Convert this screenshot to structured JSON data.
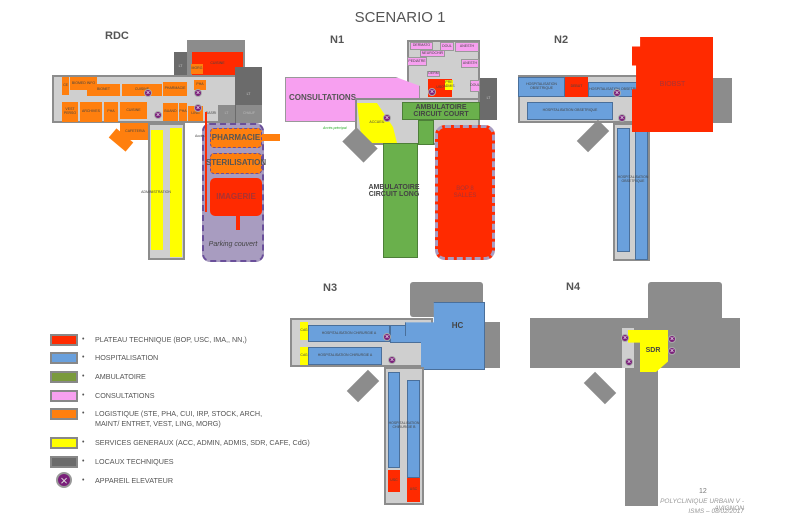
{
  "title": "SCENARIO 1",
  "levels": {
    "rdc": "RDC",
    "n1": "N1",
    "n2": "N2",
    "n3": "N3",
    "n4": "N4"
  },
  "rdc": {
    "cuisine_top": "CUISINE",
    "morg": "MORG",
    "ce": "CE",
    "biomed": "BIOMED INFO",
    "bionet": "BIONET",
    "cuisine1": "CUISINE",
    "pharmacie_small": "PHARMACIE",
    "pha_top": "PHA",
    "lt1": "LT",
    "lt2": "LT",
    "lt3": "LT",
    "chauf": "CHAUF",
    "vest": "VEST PERSO",
    "archives": "ARCHIVES",
    "pha1": "PHA",
    "cuisine2": "CUISINE",
    "buand": "BUAND",
    "pha2": "PHA",
    "ling": "LING",
    "dasri": "DASRI",
    "cafeteria": "CAFETERIA",
    "administration": "ADMINISTRATION",
    "pharmacie": "PHARMACIE",
    "sterilisation": "STERILISATION",
    "imagerie": "IMAGERIE",
    "parking": "Parking couvert",
    "acces": "Accès"
  },
  "n1": {
    "consultations": "CONSULTATIONS",
    "accueil": "ACCUEIL",
    "acces_principal": "Accès principal",
    "amb_court": "AMBULATOIRE CIRCUIT COURT",
    "amb_long": "AMBULATOIRE CIRCUIT LONG",
    "bop": "BOP 8 SALLES",
    "dermato": "DERMATO",
    "doul": "DOUL",
    "anesth": "ANESTH",
    "neurochir": "NEUROCHIR",
    "pediatre": "PEDIATRE",
    "anesth2": "ANESTH",
    "derm": "DERM",
    "pre_admis": "PRE ADMIS",
    "usc": "USC",
    "lt": "LT",
    "doul2": "DOUL"
  },
  "n2": {
    "biobst": "BIOBST",
    "debut": "DEBUT",
    "hosp1": "HOSPITALISATION OBSETRIQUE",
    "hosp2": "HOSPITALISATION OBSETRIQUE",
    "hosp3": "HOSPITALISATION OBSETRIQUE",
    "hosp4": "HOSPITALISATION OBSETRIQUE"
  },
  "n3": {
    "hc": "HC",
    "hosp_a1": "HOSPITALISATION CHIRURGIE A",
    "hosp_a2": "HOSPITALISATION CHIRURGIE A",
    "hosp_b": "HOSPITALISATION CHIRURGIE B",
    "cdg1": "CdG",
    "cdg2": "CdG",
    "red1": "USC",
    "red2": "USC"
  },
  "n4": {
    "sdr": "SDR"
  },
  "legend": [
    {
      "label": "PLATEAU TECHNIQUE (BOP, USC, IMA,, NN,)",
      "color": "#ff2a00"
    },
    {
      "label": "HOSPITALISATION",
      "color": "#6aa0dc"
    },
    {
      "label": "AMBULATOIRE",
      "color": "#7a9a3c"
    },
    {
      "label": "CONSULTATIONS",
      "color": "#f7a0f0"
    },
    {
      "label": "LOGISTIQUE (STE, PHA, CUI, IRP, STOCK, ARCH, MAINT/ ENTRET, VEST, LING, MORG)",
      "color": "#ff7f0e"
    },
    {
      "label": "SERVICES GENERAUX (ACC, ADMIN, ADMIS, SDR, CAFE, CdG)",
      "color": "#ffff00"
    },
    {
      "label": "LOCAUX TECHNIQUES",
      "color": "#6b6b6b"
    },
    {
      "label": "APPAREIL ELEVATEUR",
      "color": "#7a1f7a"
    }
  ],
  "bullet": "•",
  "footer": {
    "page": "12",
    "org": "POLYCLINIQUE URBAIN V -  AVIGNON",
    "ref": "ISMS – 08/02/2017"
  }
}
